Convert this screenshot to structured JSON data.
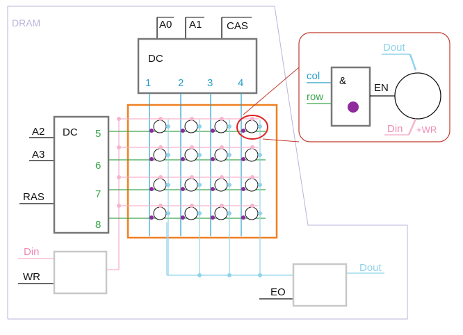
{
  "dram_label": "DRAM",
  "column_decoder": {
    "title": "DC",
    "inputs": [
      "A0",
      "A1",
      "CAS"
    ],
    "outputs": [
      "1",
      "2",
      "3",
      "4"
    ]
  },
  "row_decoder": {
    "title": "DC",
    "inputs": [
      "A2",
      "A3",
      "RAS"
    ],
    "outputs": [
      "5",
      "6",
      "7",
      "8"
    ]
  },
  "write_block": {
    "inputs": [
      "Din",
      "WR"
    ]
  },
  "output_block": {
    "input": "EO",
    "output": "Dout"
  },
  "cell_detail": {
    "gate_symbol": "&",
    "col_label": "col",
    "row_label": "row",
    "enable_label": "EN",
    "dout_label": "Dout",
    "din_label": "Din",
    "wr_label": "+WR"
  },
  "colors": {
    "column_line": "#2a9fc9",
    "row_line": "#3aa64a",
    "din_line": "#f7b3cc",
    "dout_line": "#8fd3ea",
    "array_border": "#f07f22",
    "highlight": "#e02020",
    "box_border": "#777777",
    "light_box_border": "#c8c8c8",
    "cell_marker": "#8e2a9c"
  }
}
